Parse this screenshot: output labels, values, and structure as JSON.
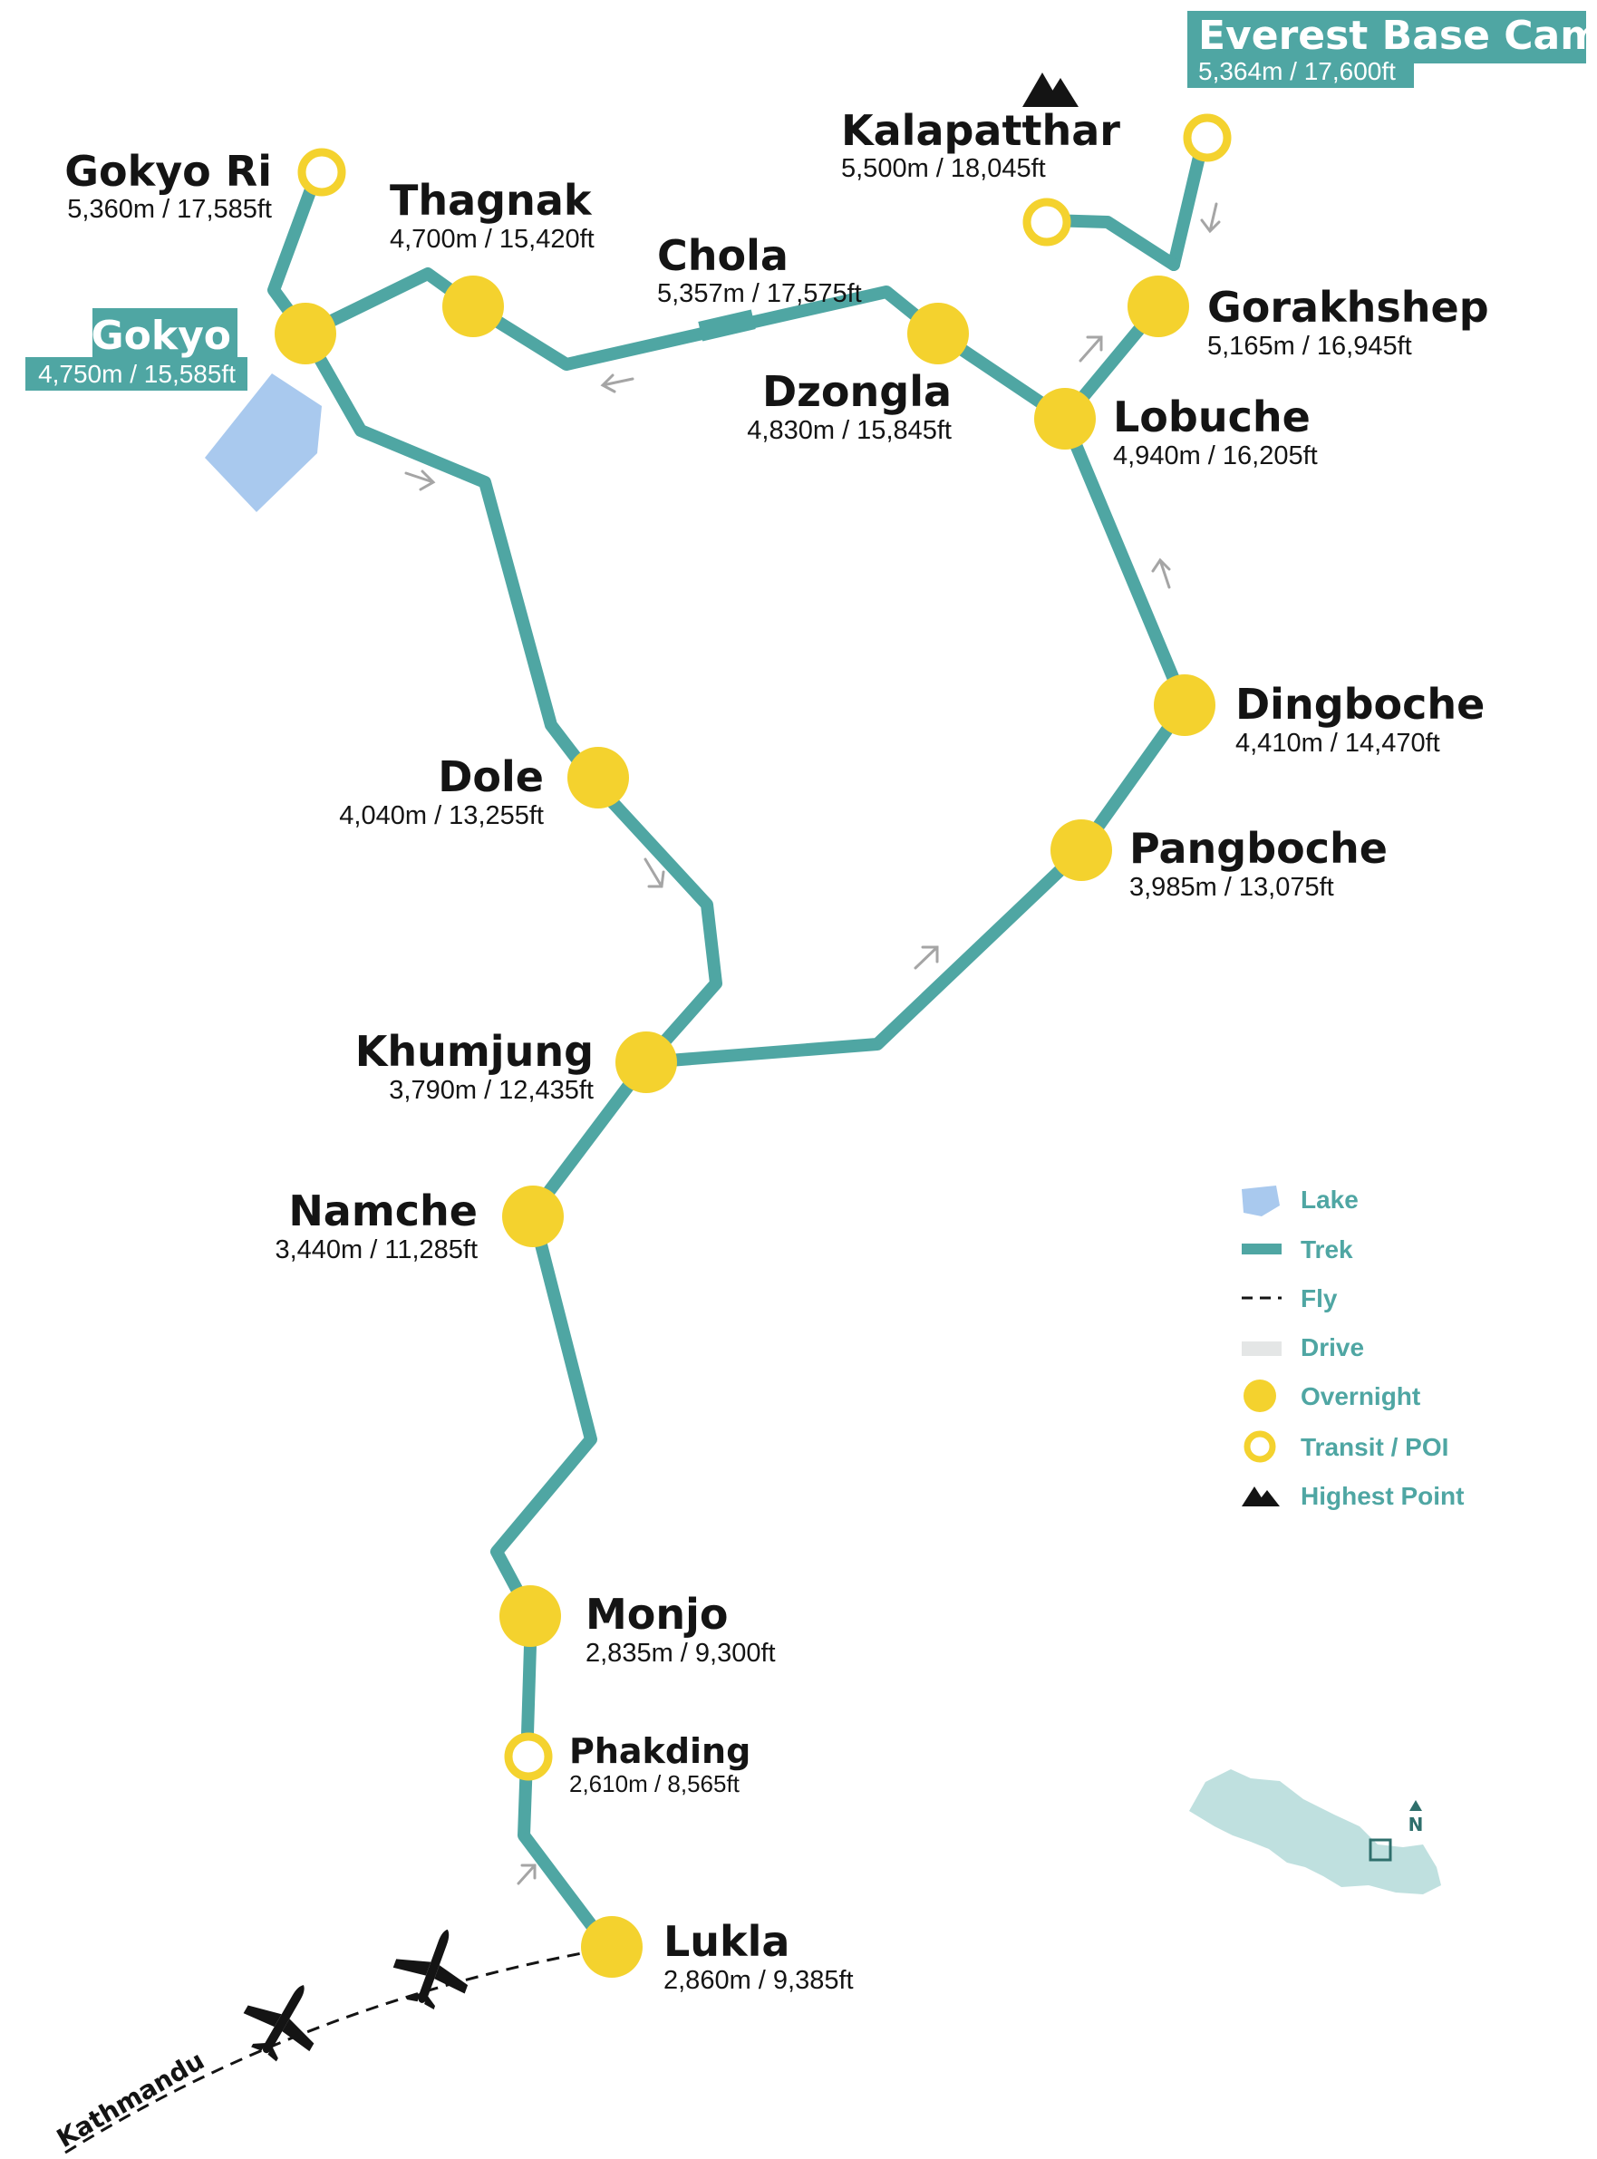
{
  "colors": {
    "trek": "#4fa6a3",
    "overnight": "#f4d22e",
    "lake": "#a9c9ee",
    "drive": "#e4e6e6",
    "label_bg": "#4fa6a3",
    "nepal": "#bfe0df",
    "text": "#141414"
  },
  "stops": {
    "gokyo_ri": {
      "name": "Gokyo Ri",
      "alt": "5,360m / 17,585ft"
    },
    "thagnak": {
      "name": "Thagnak",
      "alt": "4,700m / 15,420ft"
    },
    "chola": {
      "name": "Chola",
      "alt": "5,357m / 17,575ft"
    },
    "kalapatthar": {
      "name": "Kalapatthar",
      "alt": "5,500m / 18,045ft"
    },
    "ebc": {
      "name": "Everest Base Camp",
      "alt": "5,364m / 17,600ft"
    },
    "gokyo": {
      "name": "Gokyo",
      "alt": "4,750m / 15,585ft"
    },
    "gorakhshep": {
      "name": "Gorakhshep",
      "alt": "5,165m / 16,945ft"
    },
    "dzongla": {
      "name": "Dzongla",
      "alt": "4,830m / 15,845ft"
    },
    "lobuche": {
      "name": "Lobuche",
      "alt": "4,940m / 16,205ft"
    },
    "dingboche": {
      "name": "Dingboche",
      "alt": "4,410m / 14,470ft"
    },
    "dole": {
      "name": "Dole",
      "alt": "4,040m / 13,255ft"
    },
    "pangboche": {
      "name": "Pangboche",
      "alt": "3,985m / 13,075ft"
    },
    "khumjung": {
      "name": "Khumjung",
      "alt": "3,790m / 12,435ft"
    },
    "namche": {
      "name": "Namche",
      "alt": "3,440m / 11,285ft"
    },
    "monjo": {
      "name": "Monjo",
      "alt": "2,835m / 9,300ft"
    },
    "phakding": {
      "name": "Phakding",
      "alt": "2,610m / 8,565ft"
    },
    "lukla": {
      "name": "Lukla",
      "alt": "2,860m / 9,385ft"
    }
  },
  "kathmandu": "Kathmandu",
  "legend": {
    "lake": "Lake",
    "trek": "Trek",
    "fly": "Fly",
    "drive": "Drive",
    "overnight": "Overnight",
    "transit": "Transit / POI",
    "highest": "Highest Point"
  },
  "compass_label": "N"
}
